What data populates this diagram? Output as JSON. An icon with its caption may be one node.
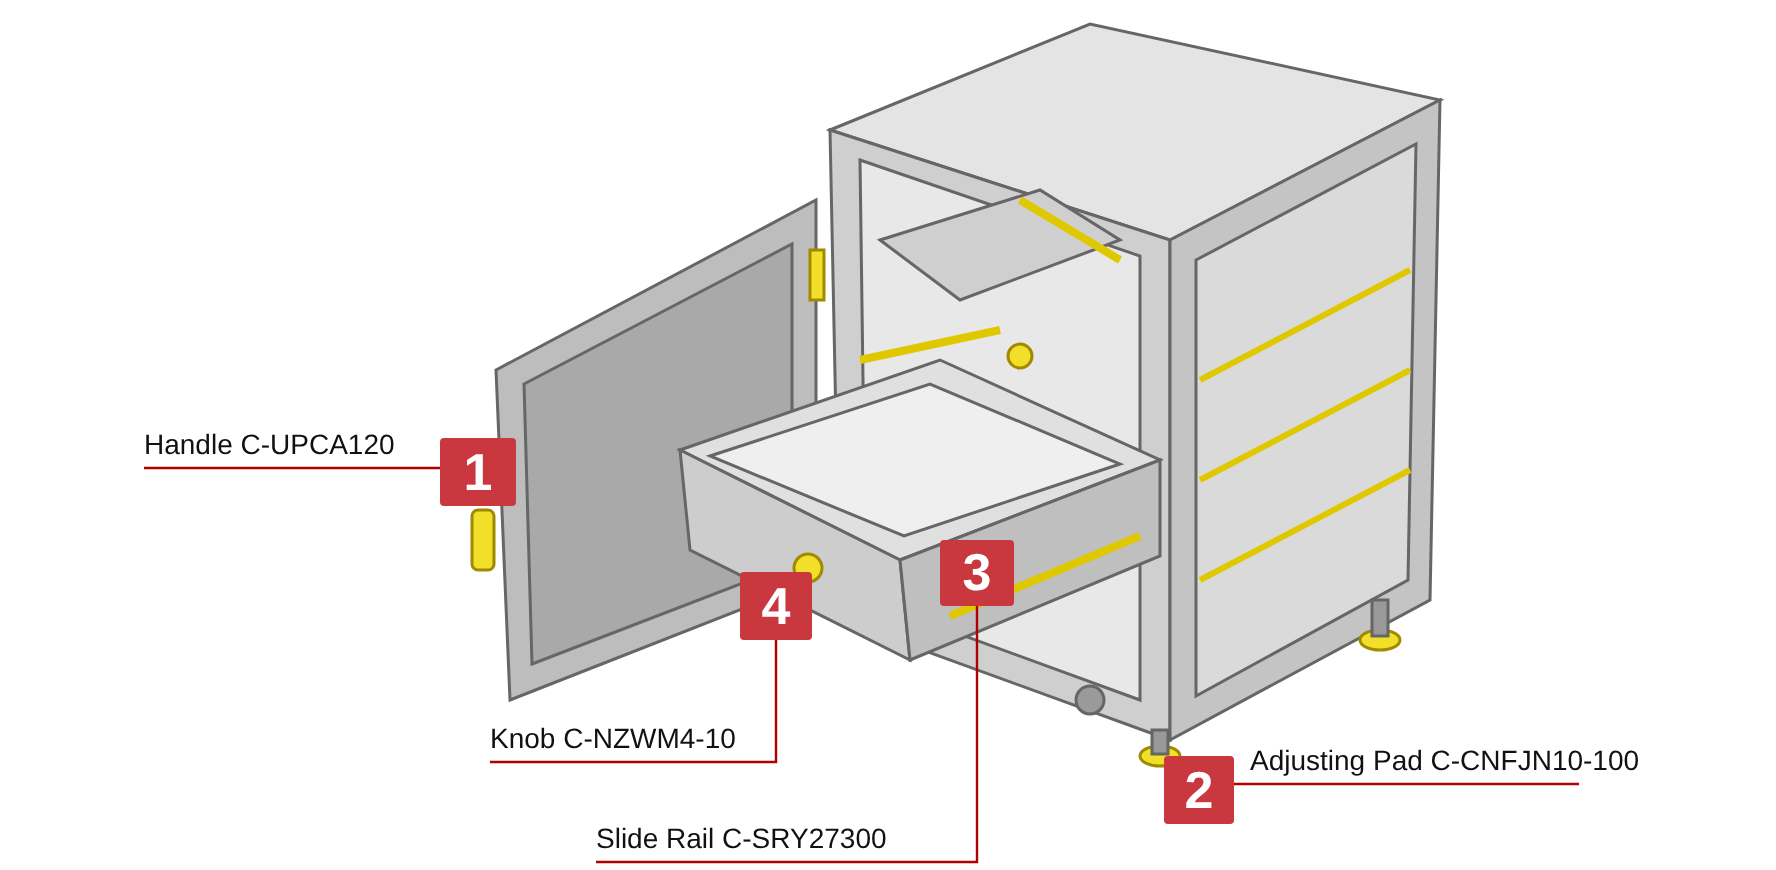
{
  "diagram": {
    "nodes": [
      {
        "text": [
          "Handle C-UPCA120"
        ]
      },
      {
        "text": [
          "1"
        ]
      },
      {
        "text": [
          "4"
        ]
      },
      {
        "text": [
          "3"
        ]
      },
      {
        "text": [
          "Knob C-NZWM4-10"
        ]
      },
      {
        "text": [
          "2"
        ]
      },
      {
        "text": [
          "Adjusting Pad C-CNFJN10-100"
        ]
      },
      {
        "text": [
          "Slide Rail C-SRY27300"
        ]
      }
    ],
    "edges": [
      {
        "from": 0,
        "to": 1,
        "arrow": "none"
      },
      {
        "from": 4,
        "to": 2,
        "arrow": "none"
      },
      {
        "from": 7,
        "to": 3,
        "arrow": "none"
      },
      {
        "from": 6,
        "to": 5,
        "arrow": "none"
      }
    ]
  }
}
